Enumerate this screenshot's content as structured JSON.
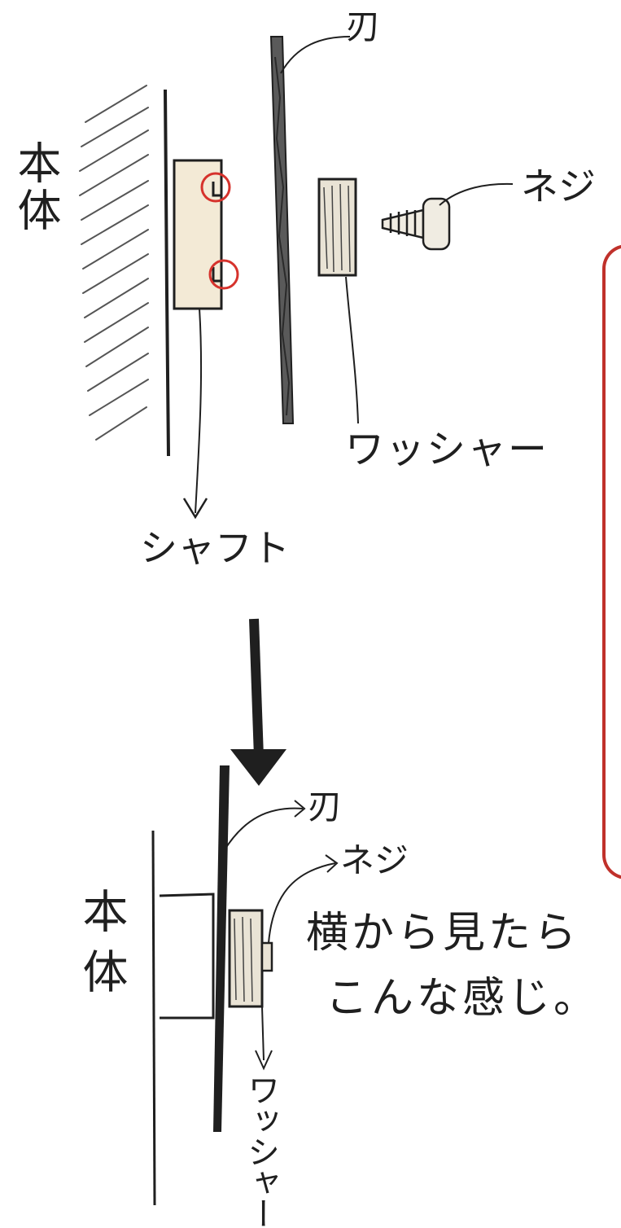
{
  "top_diagram": {
    "body_label": "本体",
    "blade_label": "刃",
    "screw_label": "ネジ",
    "washer_label": "ワッシャー",
    "shaft_label": "シャフト"
  },
  "bottom_diagram": {
    "body_label": "本体",
    "blade_label": "刃",
    "screw_label": "ネジ",
    "washer_label": "ワッシャー",
    "note_line1": "横から見たら",
    "note_line2": "こんな感じ。"
  },
  "colors": {
    "ink": "#1f1f1f",
    "shaft_fill": "#f3ead6",
    "washer_fill": "#e9e3d5",
    "circle_red": "#d6322c",
    "frame_red": "#c0312b"
  }
}
